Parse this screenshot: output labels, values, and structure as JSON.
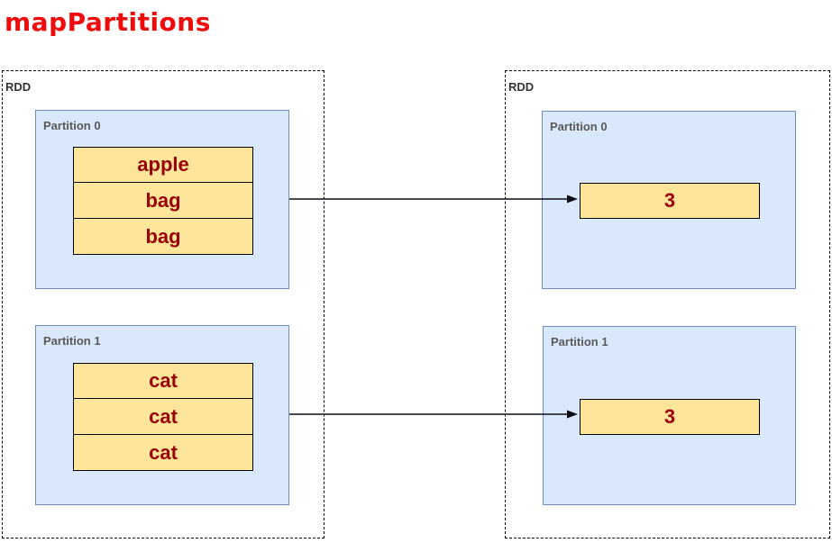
{
  "title": "mapPartitions",
  "colors": {
    "title_red": "#ef0b0b",
    "item_text": "#990000",
    "item_fill": "#ffe59a",
    "item_border": "#000000",
    "partition_fill": "#dae8fc",
    "partition_border": "#6c8ebf",
    "partition_label": "#595959",
    "rdd_label": "#333333",
    "arrow_color": "#0d0d1a",
    "canvas_bg": "#ffffff"
  },
  "left_rdd": {
    "label": "RDD",
    "partitions": [
      {
        "label": "Partition 0",
        "items": [
          "apple",
          "bag",
          "bag"
        ]
      },
      {
        "label": "Partition 1",
        "items": [
          "cat",
          "cat",
          "cat"
        ]
      }
    ]
  },
  "right_rdd": {
    "label": "RDD",
    "partitions": [
      {
        "label": "Partition 0",
        "items": [
          "3"
        ]
      },
      {
        "label": "Partition 1",
        "items": [
          "3"
        ]
      }
    ]
  }
}
